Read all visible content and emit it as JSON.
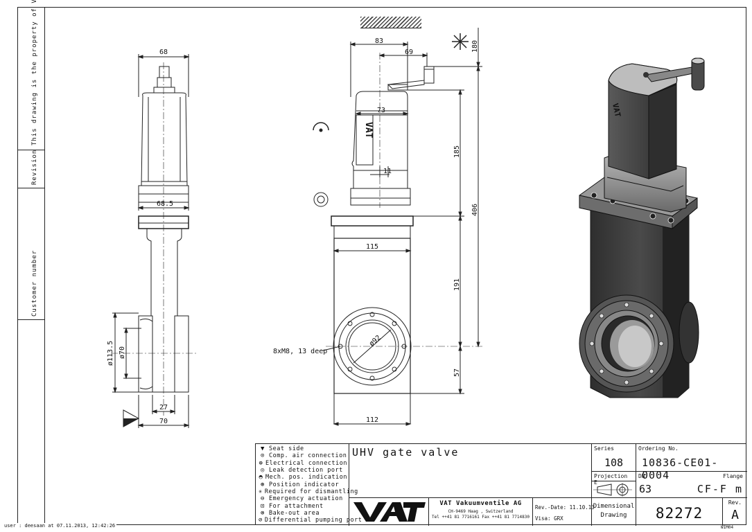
{
  "sidebar": {
    "property_note": "This drawing is the property of VAT.",
    "revision_label": "Revision",
    "customer_label": "Customer number"
  },
  "dimensions": {
    "side_view": [
      "68",
      "68.5",
      "ø113.5",
      "ø70",
      "27",
      "70"
    ],
    "front_view": [
      "83",
      "69",
      "180",
      "73",
      "11",
      "185",
      "406",
      "115",
      "191",
      "ø92",
      "57",
      "112"
    ],
    "thread_note": "8xM8, 13 deep"
  },
  "legend": [
    {
      "icon": "seat-side-icon",
      "symbol": "▼",
      "label": "Seat side"
    },
    {
      "icon": "comp-air-icon",
      "symbol": "⊙",
      "label": "Comp. air connection"
    },
    {
      "icon": "electrical-icon",
      "symbol": "⊕",
      "label": "Electrical connection"
    },
    {
      "icon": "leak-detection-icon",
      "symbol": "◎",
      "label": "Leak detection port"
    },
    {
      "icon": "mech-pos-icon",
      "symbol": "◓",
      "label": "Mech. pos. indication"
    },
    {
      "icon": "position-indicator-icon",
      "symbol": "⊛",
      "label": "Position indicator"
    },
    {
      "icon": "dismantling-icon",
      "symbol": "✳",
      "label": "Required for dismantling"
    },
    {
      "icon": "emergency-icon",
      "symbol": "⊖",
      "label": "Emergency actuation"
    },
    {
      "icon": "attachment-icon",
      "symbol": "⊡",
      "label": "For attachment"
    },
    {
      "icon": "bake-out-icon",
      "symbol": "⊗",
      "label": "Bake-out area"
    },
    {
      "icon": "diff-pumping-icon",
      "symbol": "⊘",
      "label": "Differential pumping port"
    }
  ],
  "title_block": {
    "title": "UHV gate valve",
    "logo_text": "VAT",
    "company_name": "VAT Vakuumventile AG",
    "company_address": "CH-9469 Haag , Switzerland",
    "company_phone": "Tel ++41 81 7716161 Fax ++41 81 7714830",
    "rev_date": "Rev.-Date: 11.10.13",
    "visa": "Visa: GRX",
    "series_label": "Series",
    "series_value": "108",
    "projection_label": "Projection E",
    "dimensional_label": "Dimensional Drawing",
    "ordering_label": "Ordering No.",
    "ordering_value": "10836-CE01-0004",
    "dn_label": "DN",
    "dn_value": "63",
    "flange_label": "Flange",
    "flange_value": "CF-F m",
    "drawing_number": "82272",
    "rev_label": "Rev.",
    "rev_value": "A"
  },
  "footer": {
    "user_stamp": "user : deesaan at 07.11.2013, 12:42:26",
    "sheet_code": "WIM04"
  },
  "colors": {
    "line": "#222222",
    "body_dark": "#3a3a3a",
    "body_mid": "#6a6a6a"
  }
}
